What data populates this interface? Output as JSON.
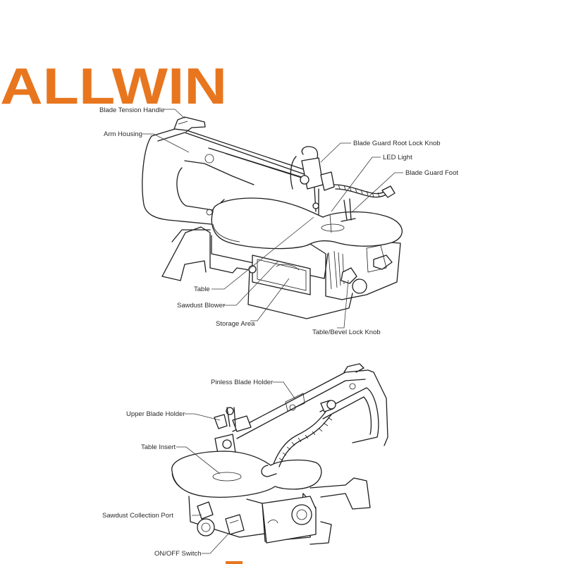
{
  "brand": {
    "name": "ALLWIN",
    "color": "#e8761e"
  },
  "top_figure": {
    "labels": {
      "blade_tension_handle": "Blade Tension Handle",
      "arm_housing": "Arm Housing",
      "blade_guard_root_lock_knob": "Blade Guard Root Lock Knob",
      "led_light": "LED Light",
      "blade_guard_foot": "Blade Guard Foot",
      "table": "Table",
      "sawdust_blower": "Sawdust Blower",
      "storage_area": "Storage Area",
      "table_bevel_lock_knob": "Table/Bevel Lock Knob"
    }
  },
  "bottom_figure": {
    "labels": {
      "pinless_blade_holder": "Pinless Blade Holder",
      "upper_blade_holder": "Upper Blade Holder",
      "table_insert": "Table Insert",
      "sawdust_collection_port": "Sawdust Collection Port",
      "on_off_switch": "ON/OFF Switch"
    }
  }
}
